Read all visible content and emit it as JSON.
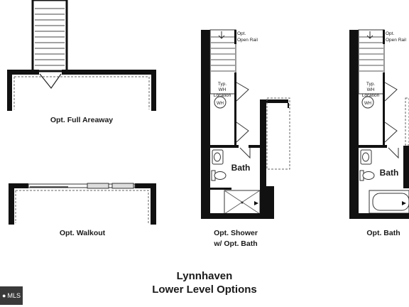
{
  "title_line1": "Lynnhaven",
  "title_line2": "Lower Level Options",
  "options": {
    "full_areaway": "Opt. Full Areaway",
    "walkout": "Opt. Walkout",
    "shower_line1": "Opt. Shower",
    "shower_line2": "w/ Opt. Bath",
    "bath": "Opt. Bath"
  },
  "annotations": {
    "open_rail_1": "Opt.",
    "open_rail_2": "Open Rail",
    "wh_1": "Typ.",
    "wh_2": "WH",
    "wh_3": "Location",
    "wh_symbol": "WH",
    "bath": "Bath"
  },
  "watermark": "MLS",
  "colors": {
    "wall": "#111111",
    "text": "#1a1a1a",
    "dashed": "#666666"
  }
}
